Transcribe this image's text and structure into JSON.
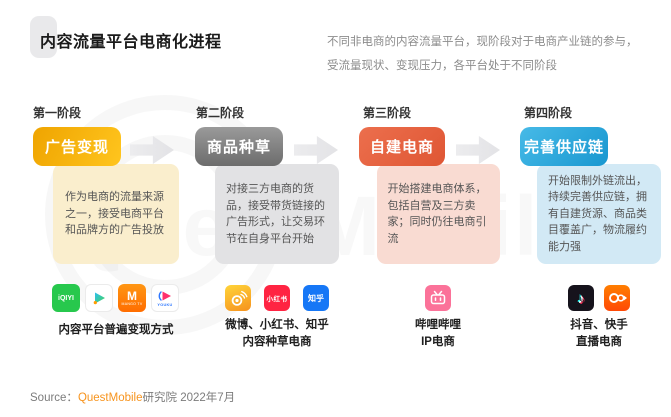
{
  "title": "内容流量平台电商化进程",
  "intro": {
    "line1": "不同非电商的内容流量平台，现阶段对于电商产业链的参与，",
    "line2": "受流量现状、变现压力，各平台处于不同阶段"
  },
  "watermark": {
    "text": "QuestMobile"
  },
  "colors": {
    "stage1_box": "#FFB900",
    "stage1_desc_bg": "#FAEECD",
    "stage2_box": "#7F7F7F",
    "stage2_desc_bg": "#E2E2E4",
    "stage3_box": "#E2603C",
    "stage3_desc_bg": "#F9DBD2",
    "stage4_box": "#2AA7DB",
    "stage4_desc_bg": "#D2E9F5",
    "arrow": "#E7E7E9",
    "brand_orange": "#F7941E"
  },
  "stages": [
    {
      "label": "第一阶段",
      "box": "广告变现",
      "desc": "作为电商的流量来源之一，接受电商平台和品牌方的广告投放",
      "caption1": "内容平台普遍变现方式",
      "caption2": "",
      "icons": [
        {
          "name": "iqiyi",
          "text": "iQIYI"
        },
        {
          "name": "tencent-video",
          "text": ""
        },
        {
          "name": "mango-tv",
          "text": "M",
          "subtext": "MANGO TV"
        },
        {
          "name": "youku",
          "text": "YOUKU"
        }
      ]
    },
    {
      "label": "第二阶段",
      "box": "商品种草",
      "desc": "对接三方电商的货品，接受带货链接的广告形式，让交易环节在自身平台开始",
      "caption1": "微博、小红书、知乎",
      "caption2": "内容种草电商",
      "icons": [
        {
          "name": "weibo",
          "text": ""
        },
        {
          "name": "xiaohongshu",
          "text": "小红书"
        },
        {
          "name": "zhihu",
          "text": "知乎"
        }
      ]
    },
    {
      "label": "第三阶段",
      "box": "自建电商",
      "desc": "开始搭建电商体系，包括自营及三方卖家；同时仍往电商引流",
      "caption1": "哔哩哔哩",
      "caption2": "IP电商",
      "icons": [
        {
          "name": "bilibili",
          "text": ""
        }
      ]
    },
    {
      "label": "第四阶段",
      "box": "完善供应链",
      "desc": "开始限制外链流出，持续完善供应链，拥有自建货源、商品类目覆盖广，物流履约能力强",
      "caption1": "抖音、快手",
      "caption2": "直播电商",
      "icons": [
        {
          "name": "douyin",
          "text": "♪"
        },
        {
          "name": "kuaishou",
          "text": ""
        }
      ]
    }
  ],
  "source": {
    "prefix": "Source：",
    "brand": "QuestMobile",
    "suffix": "研究院 2022年7月"
  }
}
